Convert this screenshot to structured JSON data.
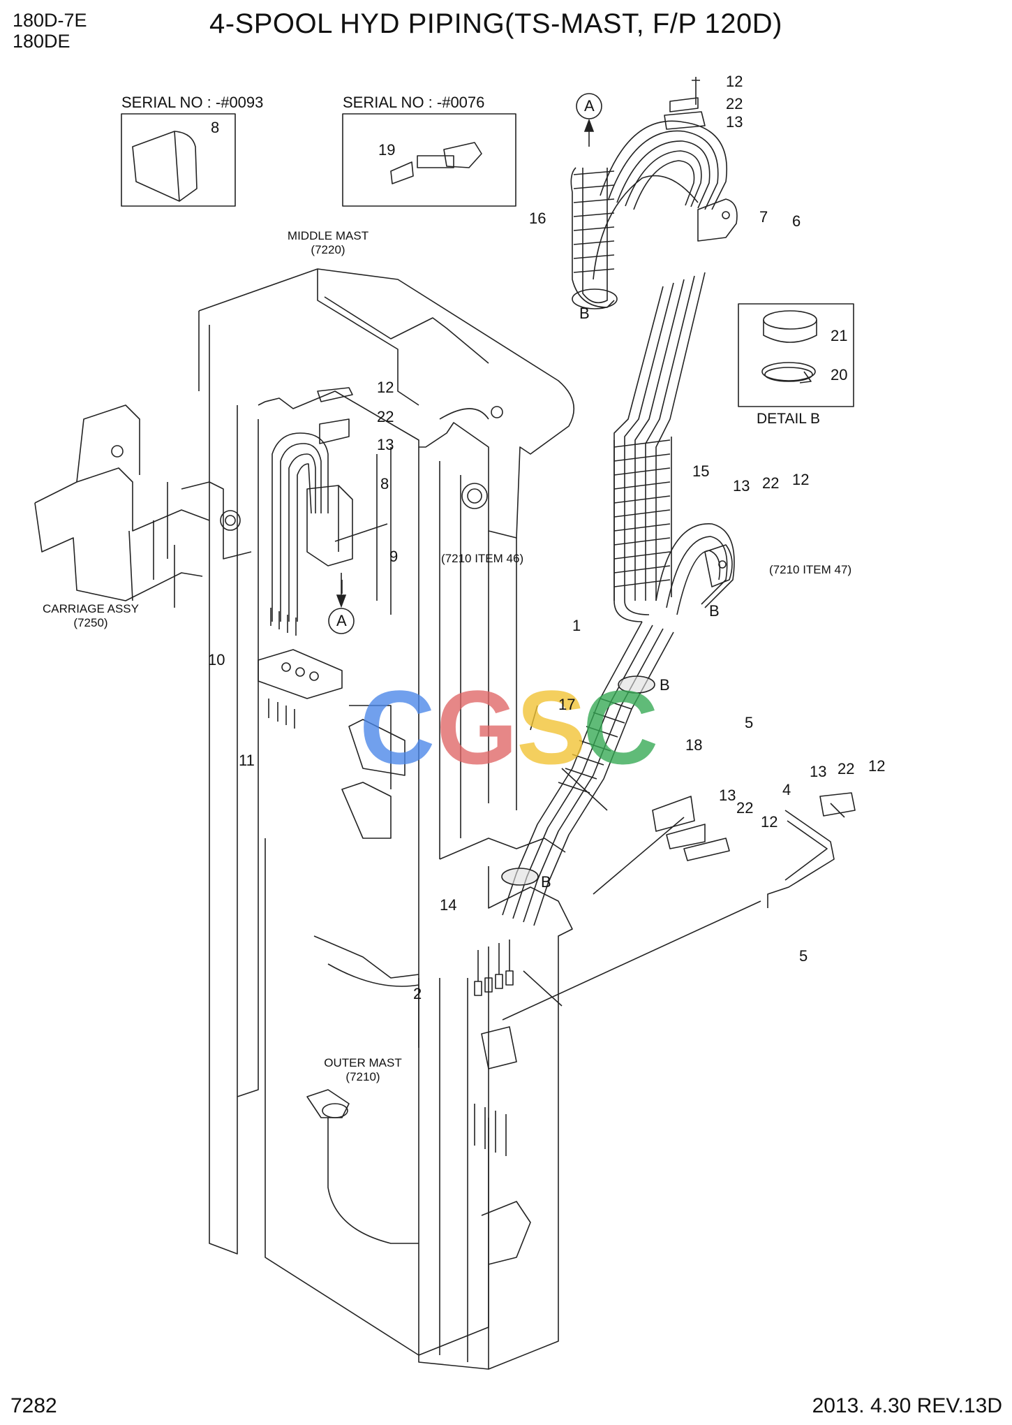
{
  "header": {
    "model_line_1": "180D-7E",
    "model_line_2": "180DE",
    "title": "4-SPOOL HYD PIPING(TS-MAST, F/P 120D)"
  },
  "serial_boxes": [
    {
      "label": "SERIAL NO : -#0093",
      "part": "8"
    },
    {
      "label": "SERIAL NO : -#0076",
      "part": "19"
    }
  ],
  "assembly_labels": {
    "middle_mast": "MIDDLE MAST",
    "middle_mast_ref": "(7220)",
    "carriage": "CARRIAGE ASSY",
    "carriage_ref": "(7250)",
    "outer_mast": "OUTER MAST",
    "outer_mast_ref": "(7210)",
    "item46": "(7210 ITEM 46)",
    "item47": "(7210 ITEM 47)",
    "detail_b": "DETAIL B"
  },
  "callouts": {
    "A": "A",
    "B": "B",
    "part_1": "1",
    "part_2": "2",
    "part_4": "4",
    "part_5": "5",
    "part_6": "6",
    "part_7": "7",
    "part_8": "8",
    "part_9": "9",
    "part_10": "10",
    "part_11": "11",
    "part_12": "12",
    "part_13": "13",
    "part_14": "14",
    "part_15": "15",
    "part_16": "16",
    "part_17": "17",
    "part_18": "18",
    "part_20": "20",
    "part_21": "21",
    "part_22": "22"
  },
  "watermark": {
    "letters": [
      "C",
      "G",
      "S",
      "C"
    ],
    "colors": [
      "#4a86e8",
      "#e06666",
      "#f1c232",
      "#34a853"
    ]
  },
  "footer": {
    "page_number": "7282",
    "revision": "2013. 4.30  REV.13D"
  }
}
